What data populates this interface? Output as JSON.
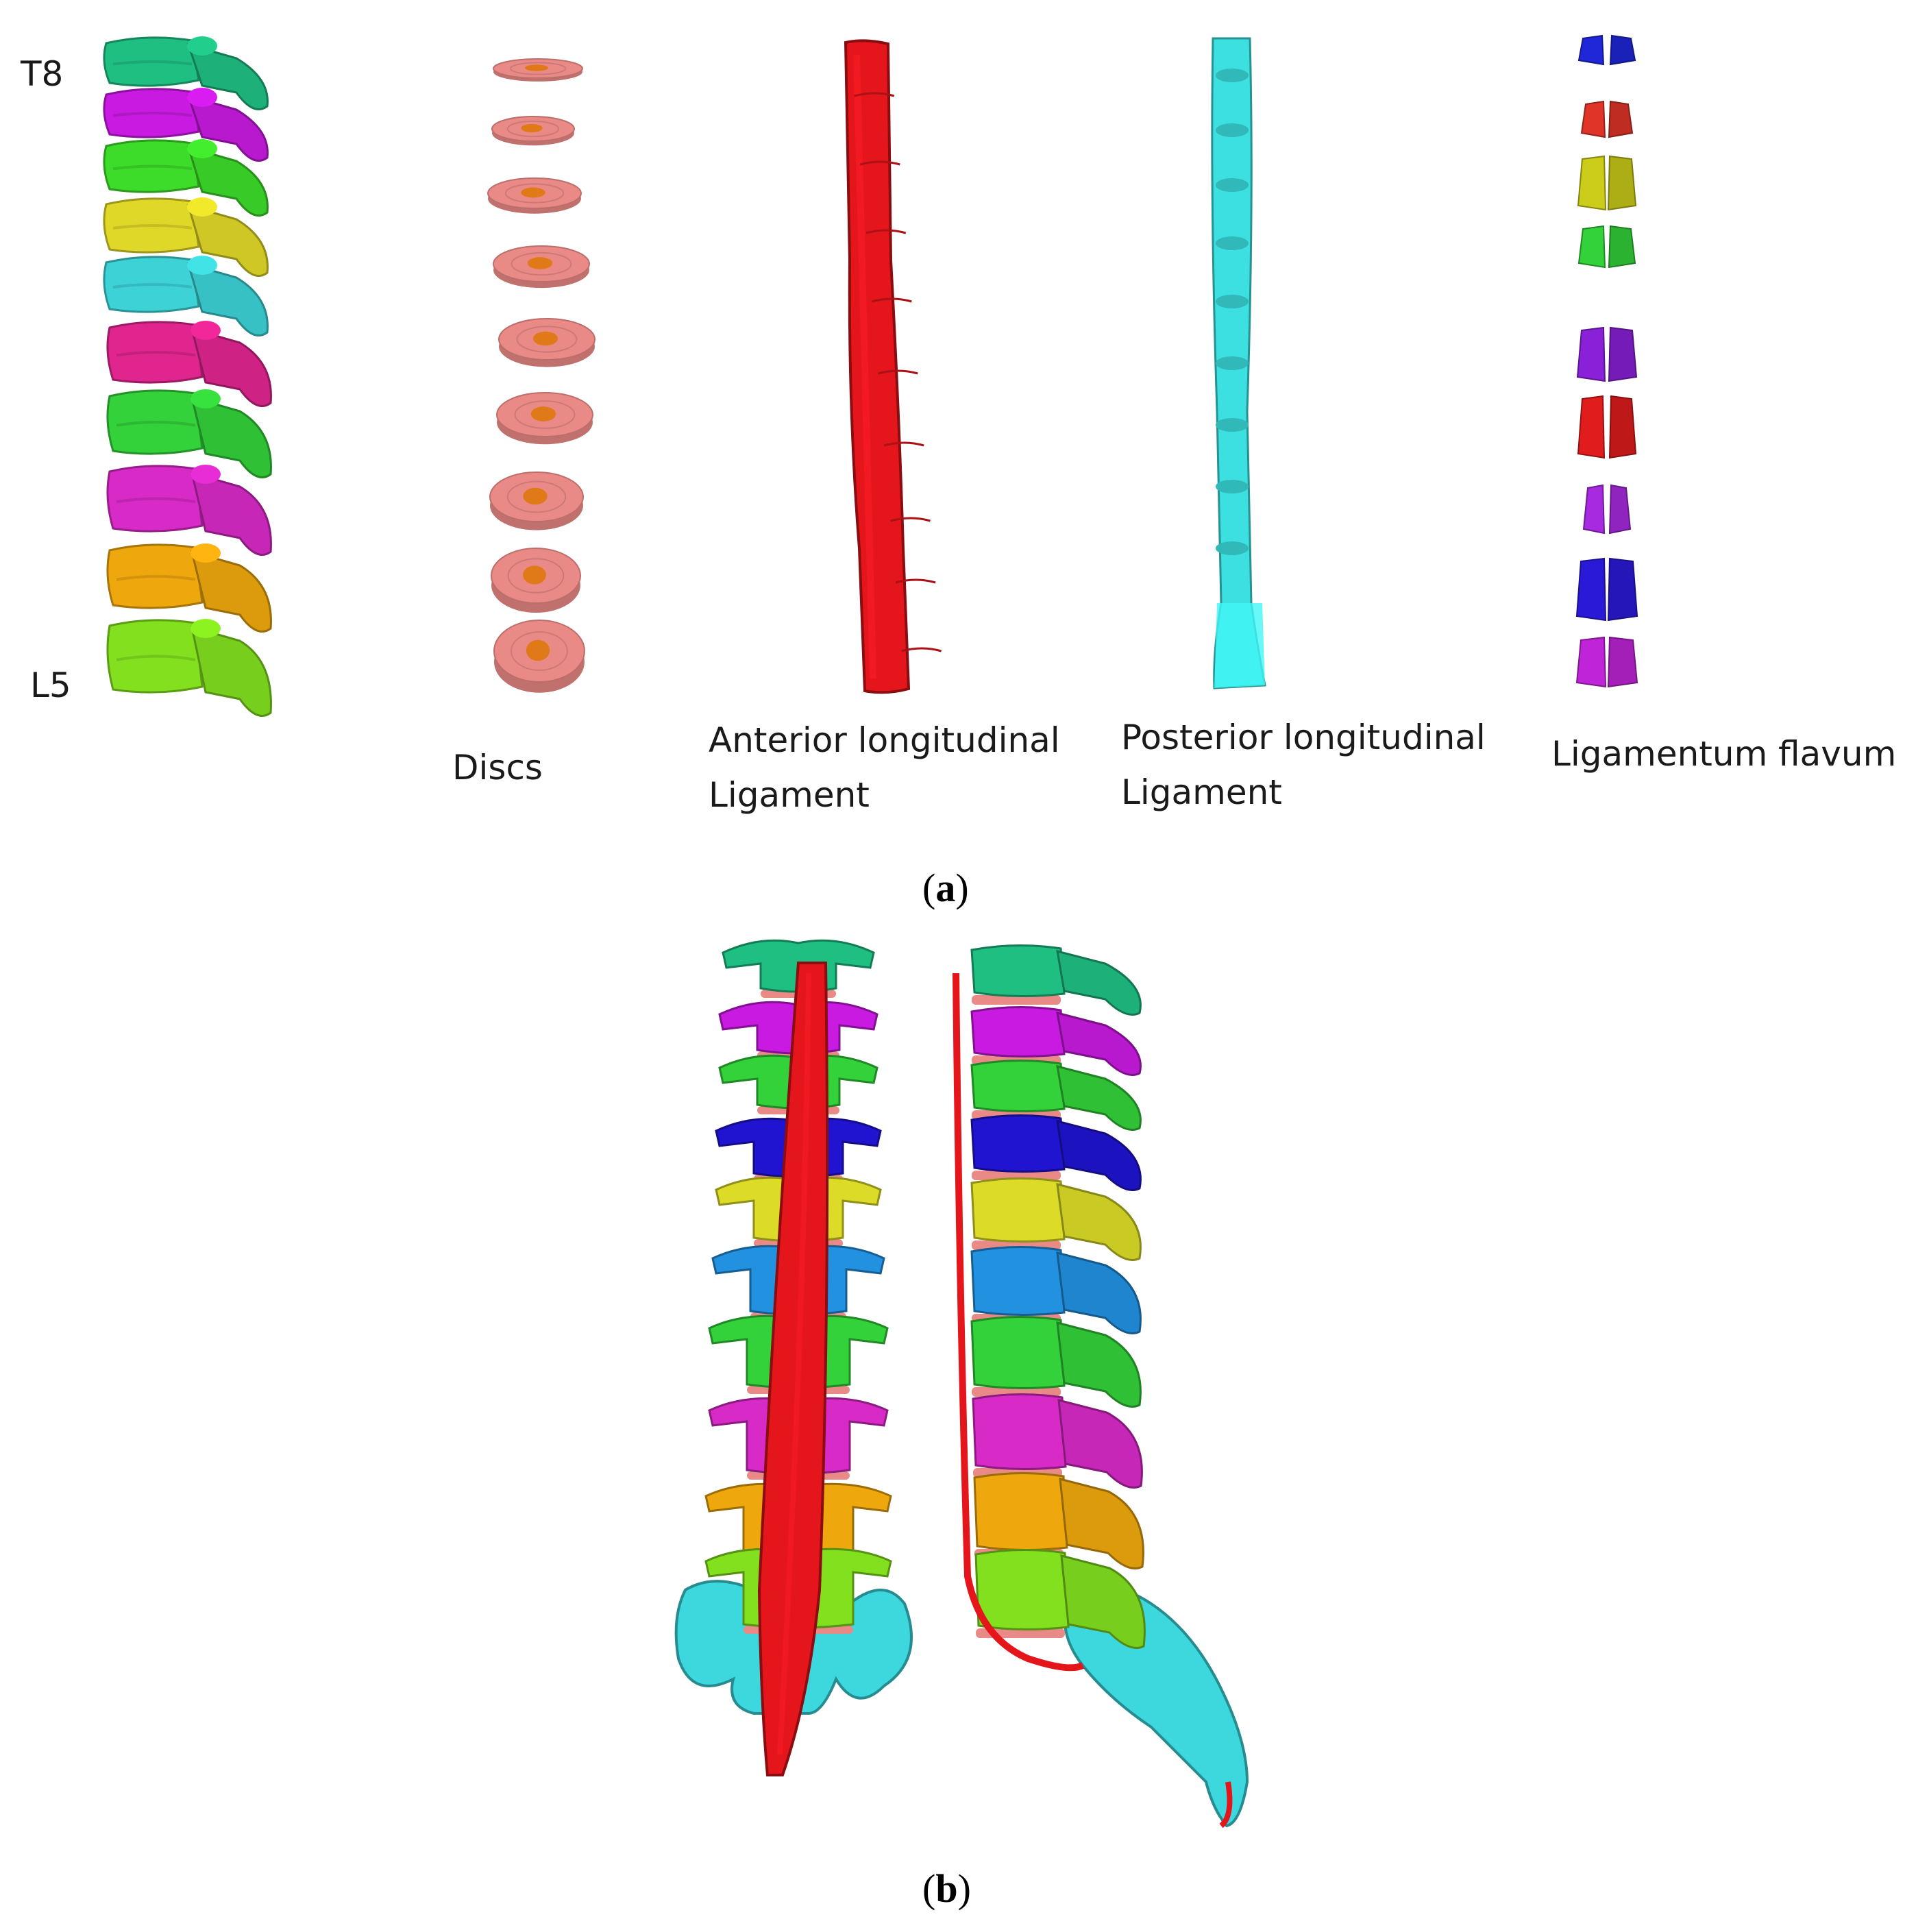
{
  "panel_a": {
    "caption_open": "(",
    "caption_letter": "a",
    "caption_close": ")",
    "vertebra_top_label": "T8",
    "vertebra_bottom_label": "L5",
    "discs_label": "Discs",
    "anterior_label_line1": "Anterior longitudinal",
    "anterior_label_line2": "Ligament",
    "posterior_label_line1": "Posterior longitudinal",
    "posterior_label_line2": "Ligament",
    "flavum_label": "Ligamentum flavum"
  },
  "panel_b": {
    "caption_open": "(",
    "caption_letter": "b",
    "caption_close": ")"
  },
  "colors": {
    "vertebrae": [
      "#1fbf82",
      "#c81ae0",
      "#3ddc2a",
      "#e0d828",
      "#3cd2d6",
      "#e0258f",
      "#33d13a",
      "#d82ac6",
      "#efa70e",
      "#82e01e"
    ],
    "panel_b_vertebrae": [
      "#1fbf82",
      "#c81ae0",
      "#33d13a",
      "#2014d0",
      "#dcdc28",
      "#2291e0",
      "#33d13a",
      "#d82ac6",
      "#efa70e",
      "#82e01e"
    ],
    "disc": "#ea8a86",
    "disc_core": "#e07a18",
    "anterior_ligament": "#e4161c",
    "posterior_ligament": "#3ce0e0",
    "sacrum": "#3cd8de",
    "flavum": [
      "#1f27d8",
      "#e03428",
      "#cccc1a",
      "#33d13a",
      "#8a20d8",
      "#e01c1c",
      "#a82ae0",
      "#2a1ad8",
      "#c024d8"
    ]
  }
}
